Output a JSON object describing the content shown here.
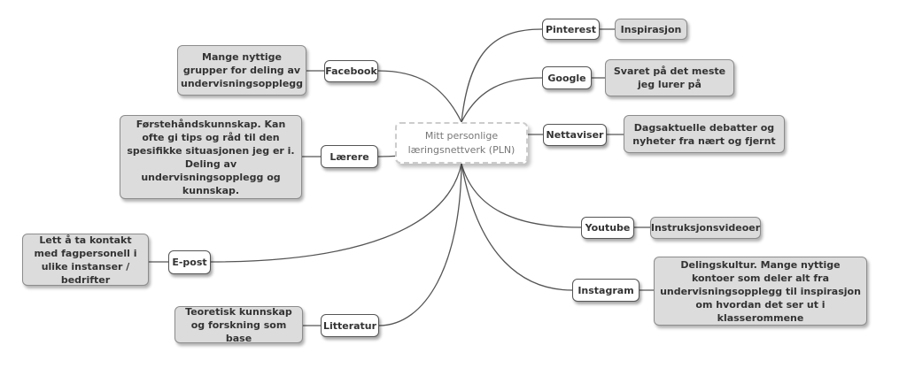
{
  "center": {
    "line1": "Mitt personlige",
    "line2": "læringsnettverk (PLN)"
  },
  "topics": {
    "facebook": {
      "label": "Facebook",
      "note": "Mange nyttige grupper for deling av undervisningsopplegg"
    },
    "laerere": {
      "label": "Lærere",
      "note": "Førstehåndskunnskap. Kan ofte gi tips og råd til den spesifikke situasjonen jeg er i. Deling av undervisningsopplegg og kunnskap."
    },
    "epost": {
      "label": "E-post",
      "note": "Lett å ta kontakt med fagpersonell i ulike instanser / bedrifter"
    },
    "litteratur": {
      "label": "Litteratur",
      "note": "Teoretisk kunnskap og forskning som base"
    },
    "pinterest": {
      "label": "Pinterest",
      "note": "Inspirasjon"
    },
    "google": {
      "label": "Google",
      "note": "Svaret på det meste jeg lurer på"
    },
    "nettaviser": {
      "label": "Nettaviser",
      "note": "Dagsaktuelle debatter og nyheter fra nært og fjernt"
    },
    "youtube": {
      "label": "Youtube",
      "note": "Instruksjonsvideoer"
    },
    "instagram": {
      "label": "Instagram",
      "note": "Delingskultur. Mange nyttige kontoer som deler alt fra undervisningsopplegg til inspirasjon om hvordan det ser ut i klasserommene"
    }
  },
  "colors": {
    "line": "#555555",
    "note_bg": "#dcdcdc",
    "topic_bg": "#ffffff",
    "text": "#333333"
  }
}
